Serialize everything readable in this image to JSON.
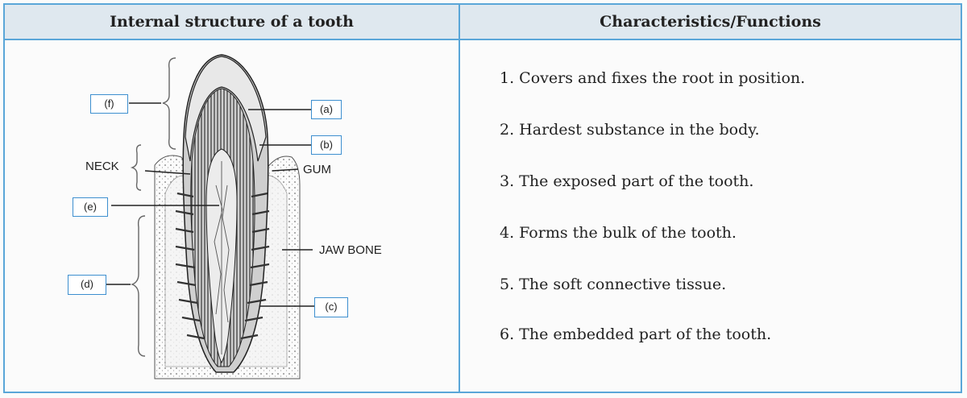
{
  "table": {
    "header_left": "Internal structure of a tooth",
    "header_right": "Characteristics/Functions"
  },
  "functions": [
    "1. Covers and fixes the root in position.",
    "2. Hardest substance in the body.",
    "3. The exposed part of the tooth.",
    "4. Forms the bulk of the tooth.",
    "5. The soft connective tissue.",
    "6. The embedded part of the tooth."
  ],
  "diagram": {
    "labels": {
      "a": "(a)",
      "b": "(b)",
      "c": "(c)",
      "d": "(d)",
      "e": "(e)",
      "f": "(f)"
    },
    "text": {
      "neck": "NECK",
      "gum": "GUM",
      "jaw_bone": "JAW BONE"
    }
  },
  "colors": {
    "table_border": "#5aa6d8",
    "header_bg": "#dfe8ef",
    "label_border": "#3d8fcf"
  }
}
